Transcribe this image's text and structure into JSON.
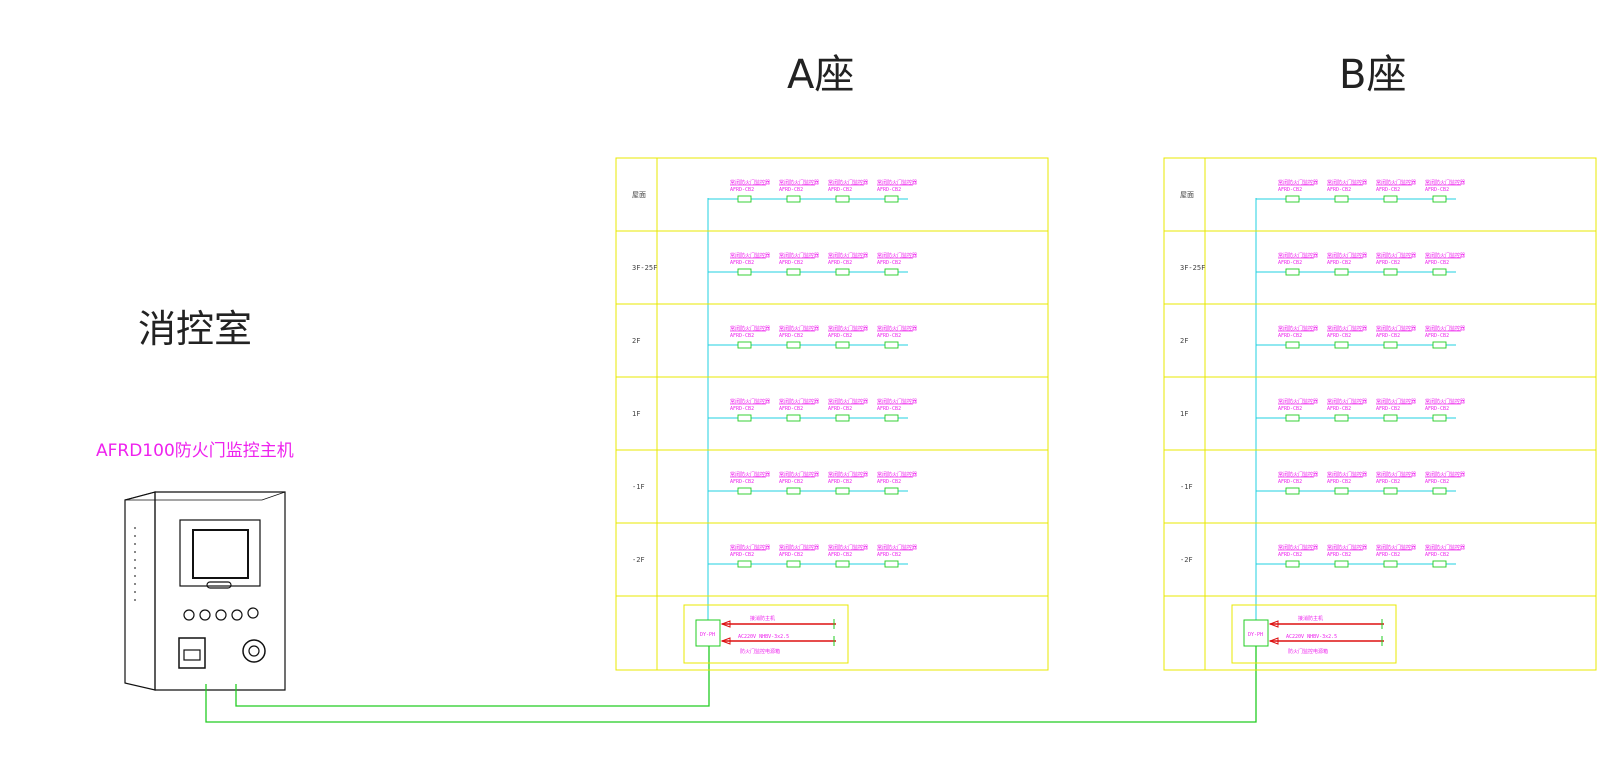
{
  "colors": {
    "frame": "#e8e800",
    "bus": "#20d0e0",
    "wire": "#22cc22",
    "label": "#ee22ee",
    "node_box": "#22cc22",
    "arrow": "#dd1111",
    "cabinet": "#111111"
  },
  "host": {
    "room_label": "消控室",
    "device_label": "AFRD100防火门监控主机"
  },
  "buildings": [
    {
      "title": "A座",
      "floors": [
        {
          "label": "屋面"
        },
        {
          "label": "3F-25F"
        },
        {
          "label": "2F"
        },
        {
          "label": "1F"
        },
        {
          "label": "-1F"
        },
        {
          "label": "-2F"
        }
      ],
      "device_row": [
        {
          "name": "常闭防火门监控器",
          "model": "AFRD-CB2"
        },
        {
          "name": "常闭防火门监控器",
          "model": "AFRD-CB2"
        },
        {
          "name": "常闭防火门监控器",
          "model": "AFRD-CB2"
        },
        {
          "name": "常闭防火门监控器",
          "model": "AFRD-CB2"
        }
      ],
      "supply": {
        "box_label": "DY-PH",
        "top_label": "接消防主机",
        "mid_label": "AC220V NHBV-3x2.5",
        "bottom_label": "防火门监控电源箱"
      }
    },
    {
      "title": "B座",
      "floors": [
        {
          "label": "屋面"
        },
        {
          "label": "3F-25F"
        },
        {
          "label": "2F"
        },
        {
          "label": "1F"
        },
        {
          "label": "-1F"
        },
        {
          "label": "-2F"
        }
      ],
      "device_row": [
        {
          "name": "常闭防火门监控器",
          "model": "AFRD-CB2"
        },
        {
          "name": "常闭防火门监控器",
          "model": "AFRD-CB2"
        },
        {
          "name": "常闭防火门监控器",
          "model": "AFRD-CB2"
        },
        {
          "name": "常闭防火门监控器",
          "model": "AFRD-CB2"
        }
      ],
      "supply": {
        "box_label": "DY-PH",
        "top_label": "接消防主机",
        "mid_label": "AC220V NHBV-3x2.5",
        "bottom_label": "防火门监控电源箱"
      }
    }
  ]
}
